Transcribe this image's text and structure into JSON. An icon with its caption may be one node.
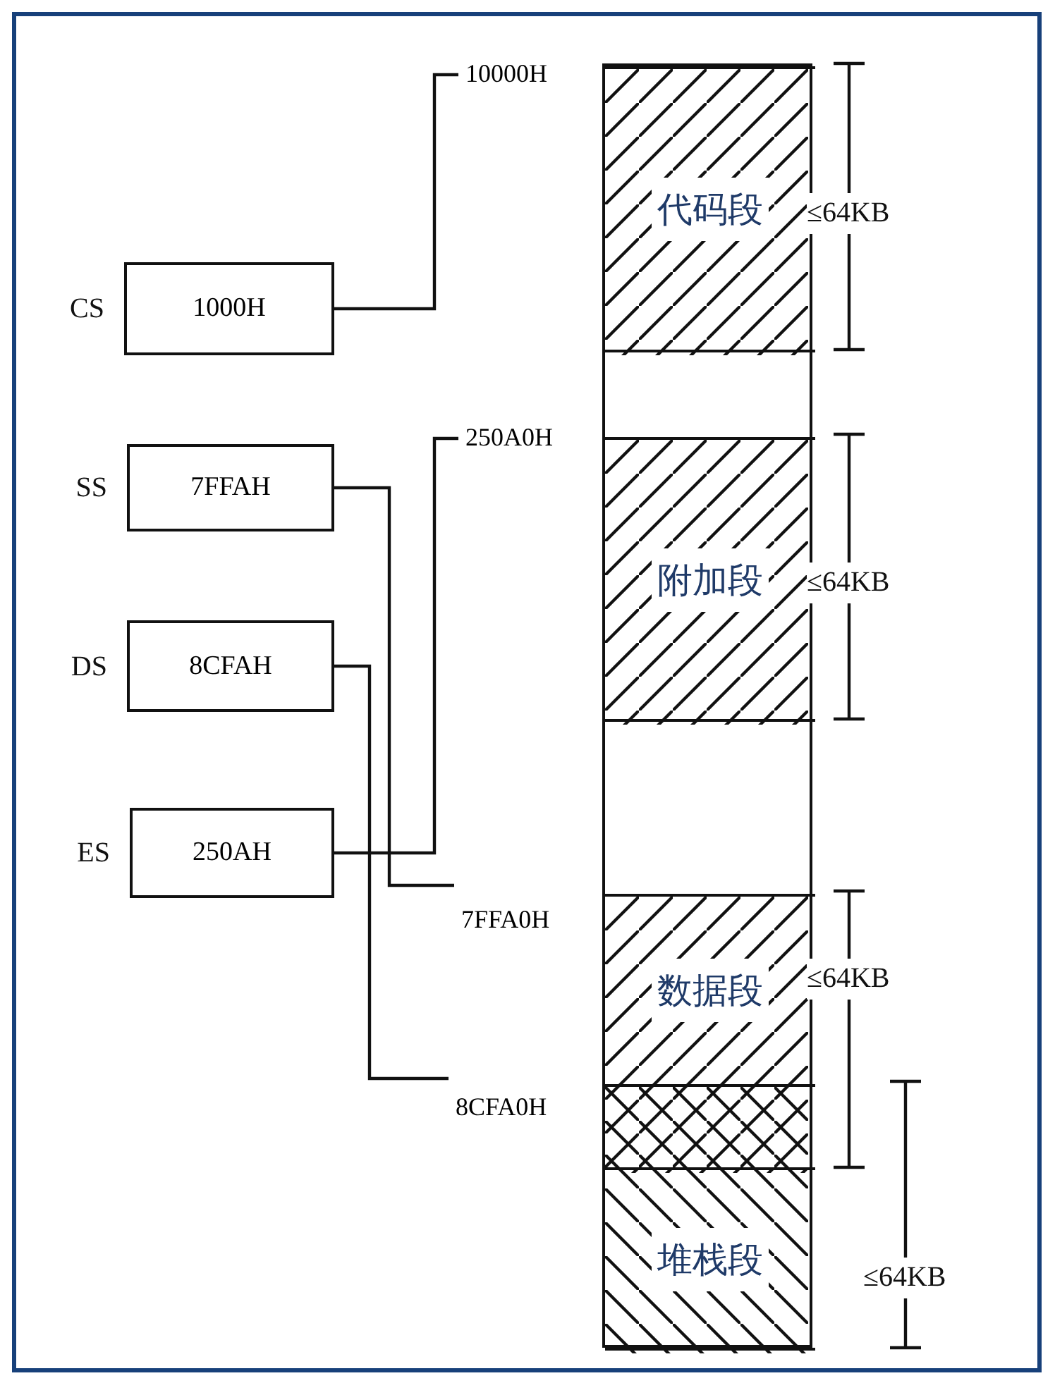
{
  "diagram": {
    "nodes": [
      {
        "text": [],
        "shape": "box"
      },
      {
        "text": [
          "代码段"
        ],
        "in": 0,
        "beside": [
          "≤64KB"
        ]
      },
      {
        "text": [
          "附加段"
        ],
        "in": 0,
        "beside": [
          "≤64KB"
        ]
      },
      {
        "text": [
          "数据段"
        ],
        "in": 0,
        "beside": [
          "≤64KB"
        ]
      },
      {
        "text": [
          "堆栈段"
        ],
        "in": 0,
        "beside": [
          "≤64KB"
        ]
      },
      {
        "text": [
          "1000H"
        ],
        "beside": [
          "CS"
        ]
      },
      {
        "text": [
          "7FFAH"
        ],
        "beside": [
          "SS"
        ]
      },
      {
        "text": [
          "8CFAH"
        ],
        "beside": [
          "DS"
        ]
      },
      {
        "text": [
          "250AH"
        ],
        "beside": [
          "ES"
        ]
      },
      {
        "text": [
          "10000H"
        ]
      },
      {
        "text": [
          "250A0H"
        ]
      },
      {
        "text": [
          "7FFA0H"
        ]
      },
      {
        "text": [
          "8CFA0H"
        ]
      }
    ],
    "edges": [
      {
        "from": 5,
        "to": 9,
        "arrow": "none"
      },
      {
        "from": 6,
        "to": 11,
        "arrow": "none"
      },
      {
        "from": 7,
        "to": 12,
        "arrow": "none"
      },
      {
        "from": 8,
        "to": 10,
        "arrow": "none"
      }
    ]
  }
}
